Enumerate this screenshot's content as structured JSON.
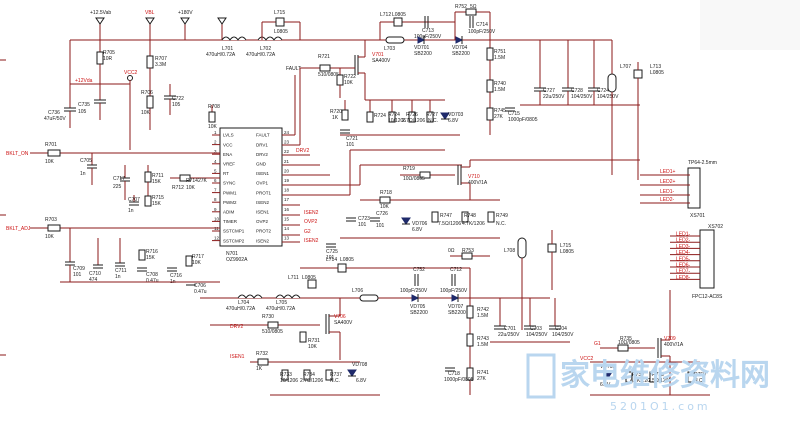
{
  "rails": {
    "v12": "+12.5Vab",
    "vbl": "VBL",
    "v180": "+180V",
    "vcc2": "VCC2",
    "v12a": "+12Vda",
    "fault": "FAULT"
  },
  "ic": {
    "ref": "N701",
    "part": "OZ9902A",
    "left_pins": [
      "LVLS",
      "VCC",
      "ENA",
      "VREF",
      "RT",
      "SYNC",
      "PWM1",
      "PWM2",
      "ADIM",
      "TIMER",
      "SSTCMP1",
      "SSTCMP2"
    ],
    "left_nums": [
      "1",
      "2",
      "3",
      "4",
      "5",
      "6",
      "7",
      "8",
      "9",
      "10",
      "11",
      "12"
    ],
    "right_pins": [
      "FAULT",
      "DRV1",
      "DRV2",
      "GND",
      "ISEN1",
      "OVP1",
      "PROT1",
      "ISEN2",
      "ISEN1",
      "OVP2",
      "PROT2",
      "ISEN2"
    ],
    "right_nums": [
      "24",
      "23",
      "22",
      "21",
      "20",
      "19",
      "18",
      "17",
      "16",
      "15",
      "14",
      "13"
    ]
  },
  "nets": {
    "bklt_on": "BKLT_ON",
    "bklt_adj": "BKLT_ADJ",
    "drv1": "DRV1",
    "drv2": "DRV2",
    "isen1": "ISEN1",
    "isen2": "ISEN2",
    "ovp1": "OVP1",
    "ovp2": "OVP2",
    "led1p": "LED1+",
    "led2p": "LED2+",
    "led1m": "LED1-",
    "led2m": "LED2-",
    "led_list": [
      "LED1-",
      "LED2-",
      "LED3-",
      "LED4-",
      "LED5-",
      "LED6-",
      "LED7-",
      "LED8-"
    ]
  },
  "parts": {
    "r701": "R701",
    "r701v": "10K",
    "r703": "R703",
    "r703v": "10K",
    "r705": "R705",
    "r705v": "10R",
    "r707": "R707",
    "r707v": "3.3M",
    "r706": "R706",
    "r706v": "10K",
    "r708": "R708",
    "r708v": "10K",
    "c706": "C736",
    "c706v": "47uF/50V",
    "c735": "C735",
    "c735v": "105",
    "c722": "C722",
    "c722v": "105",
    "c705": "C705",
    "c705v": "1n",
    "c717": "C717",
    "c717v": "225",
    "r711": "R711",
    "r711v": "15K",
    "r714": "R714",
    "r714v": "27K",
    "r712": "R712",
    "r712v": "10K",
    "c707": "C707",
    "c707v": "1n",
    "r715": "R715",
    "r715v": "15K",
    "c709": "C709",
    "c709v": "101",
    "c710": "C710",
    "c710v": "474",
    "c711": "C711",
    "c711v": "1n",
    "r716": "R716",
    "r716v": "15K",
    "c708": "C708",
    "c708v": "0.47u",
    "c716": "C716",
    "c716v": "1n",
    "r717": "R717",
    "r717v": "10K",
    "c706b": "C706",
    "c706bv": "0.47u",
    "l701": "L701",
    "l701v": "470uH/0.72A",
    "l702": "L702",
    "l702v": "470uH/0.72A",
    "l715": "L715",
    "l715v": "L0805",
    "l712": "L712",
    "l712v": "L0805",
    "r721": "R721",
    "r721v": "510/0805",
    "r722": "R722",
    "r722v": "10K",
    "v701": "V701",
    "v701v": "SA400V",
    "l703": "L703",
    "c713": "C713",
    "c713v": "100pF/250V",
    "c714": "C714",
    "c714v": "100pF/250V",
    "r752": "R752",
    "r752v": "5Ω",
    "vd701": "VD701",
    "vd701v": "SB2200",
    "vd704": "VD704",
    "vd704v": "SB2200",
    "r751": "R751",
    "r751v": "1.5M",
    "r740": "R740",
    "r740v": "1.5M",
    "r745": "R745",
    "r745v": "27K",
    "c715": "C715",
    "c715v": "1000pF/0805",
    "c727": "C727",
    "c727v": "22u/250V",
    "c728": "C728",
    "c728v": "104/250V",
    "c724": "C724",
    "c724v": "104/250V",
    "l707": "L707",
    "l713": "L713",
    "l713v": "L0805",
    "r720": "R720",
    "r720v": "1K",
    "c721": "C721",
    "c721v": "101",
    "r724": "R724",
    "r724v": "10/1206",
    "r726": "R726",
    "r726v": "2.7Ω/1206",
    "r727": "R727",
    "r727v": "N.C.",
    "vd703": "VD703",
    "vd703v": "6.8V",
    "r719": "R719",
    "r719v": "10Ω/0805",
    "v710": "V710",
    "v710v": "400V/1A",
    "r718": "R718",
    "r718v": "10K",
    "c723": "C723",
    "c723v": "101",
    "c726": "C726",
    "c726v": "101",
    "vd706": "VD706",
    "vd706v": "6.8V",
    "r747": "R747",
    "r747v": "7.5Ω/1206",
    "r748": "R748",
    "r748v": "4.7K/1206",
    "r749": "R749",
    "r749v": "N.C.",
    "c725": "C725",
    "c725v": "101",
    "l708": "L708",
    "l715b": "L715",
    "l715bv": "L0805",
    "xs701": "XS701",
    "xs701v": "TP64-2.5mm",
    "xs702": "XS702",
    "xs702v": "FPC12-AC8S",
    "l714": "L714",
    "l714v": "L0805",
    "l711": "L711",
    "l711v": "L0805",
    "l704": "L704",
    "l704v": "470uH/0.72A",
    "l705": "L705",
    "l705v": "470uH/0.72A",
    "l706": "L706",
    "c752": "C752",
    "c712": "C712",
    "c712v": "100pF/250V",
    "c752v": "100pF/250V",
    "r753": "R753",
    "r753v": "0Ω",
    "vd705": "VD705",
    "vd705v": "SB2200",
    "vd707": "VD707",
    "vd707v": "SB2200",
    "r742": "R742",
    "r742v": "1.5M",
    "r743": "R743",
    "r743v": "1.5M",
    "r741": "R741",
    "r741v": "27K",
    "c718": "C718",
    "c718v": "1000pF/0805",
    "c701": "C701",
    "c701v": "22u/250V",
    "c703": "C703",
    "c703v": "104/250V",
    "c704": "C704",
    "c704v": "104/250V",
    "r730": "R730",
    "r730v": "510/0805",
    "r731": "R731",
    "r731v": "10K",
    "v706": "V706",
    "v706v": "SA400V",
    "r732": "R732",
    "r732v": "1K",
    "r733": "R733",
    "r733v": "10/1206",
    "r734": "R734",
    "r734v": "2.7Ω/1206",
    "r737": "R737",
    "r737v": "N.C.",
    "vd708": "VD708",
    "vd708v": "6.8V",
    "r735": "R735",
    "r735v": "10Ω/0805",
    "v709": "V709",
    "v709v": "400V/1A",
    "vd702": "VD702",
    "vd702v": "6.8V",
    "r738": "R738",
    "r738v": "7.5Ω/1206",
    "r739": "R739",
    "r739v": "4.7K/1206",
    "r750": "R750",
    "r750v": "N.C.",
    "vcc2b": "VCC2",
    "dim_g1": "G1",
    "dim_g2": "G2",
    "ovp_label": "OVP2"
  },
  "watermark": {
    "cn": "家电维修资料网",
    "url": "5201O1.com"
  }
}
